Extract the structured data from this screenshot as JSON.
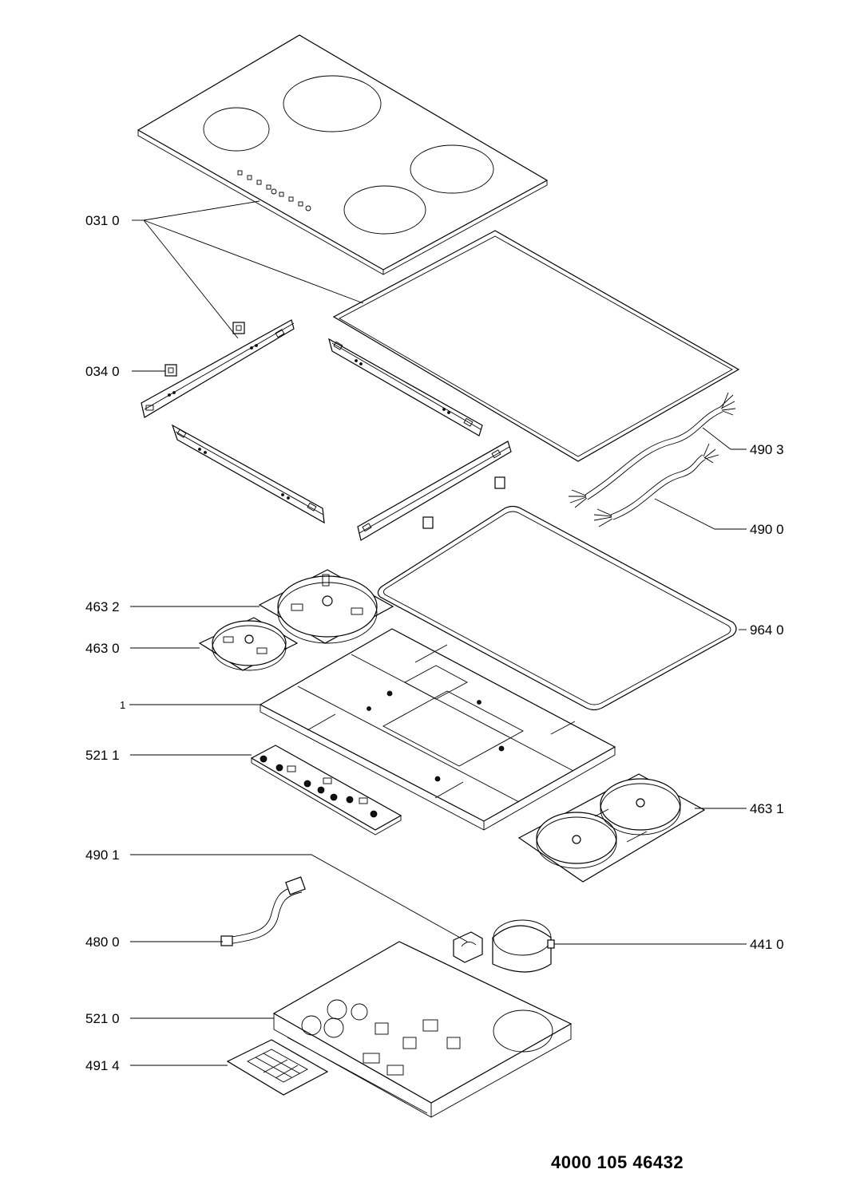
{
  "labels": {
    "l0310": "031 0",
    "l0340": "034 0",
    "l4903": "490 3",
    "l4900": "490 0",
    "l4632": "463 2",
    "l4630": "463 0",
    "l9640": "964 0",
    "l1": "1",
    "l5211": "521 1",
    "l4631": "463 1",
    "l4901": "490 1",
    "l4800": "480 0",
    "l4410": "441 0",
    "l5210": "521 0",
    "l4914": "491 4"
  },
  "document_number": "4000 105 46432"
}
